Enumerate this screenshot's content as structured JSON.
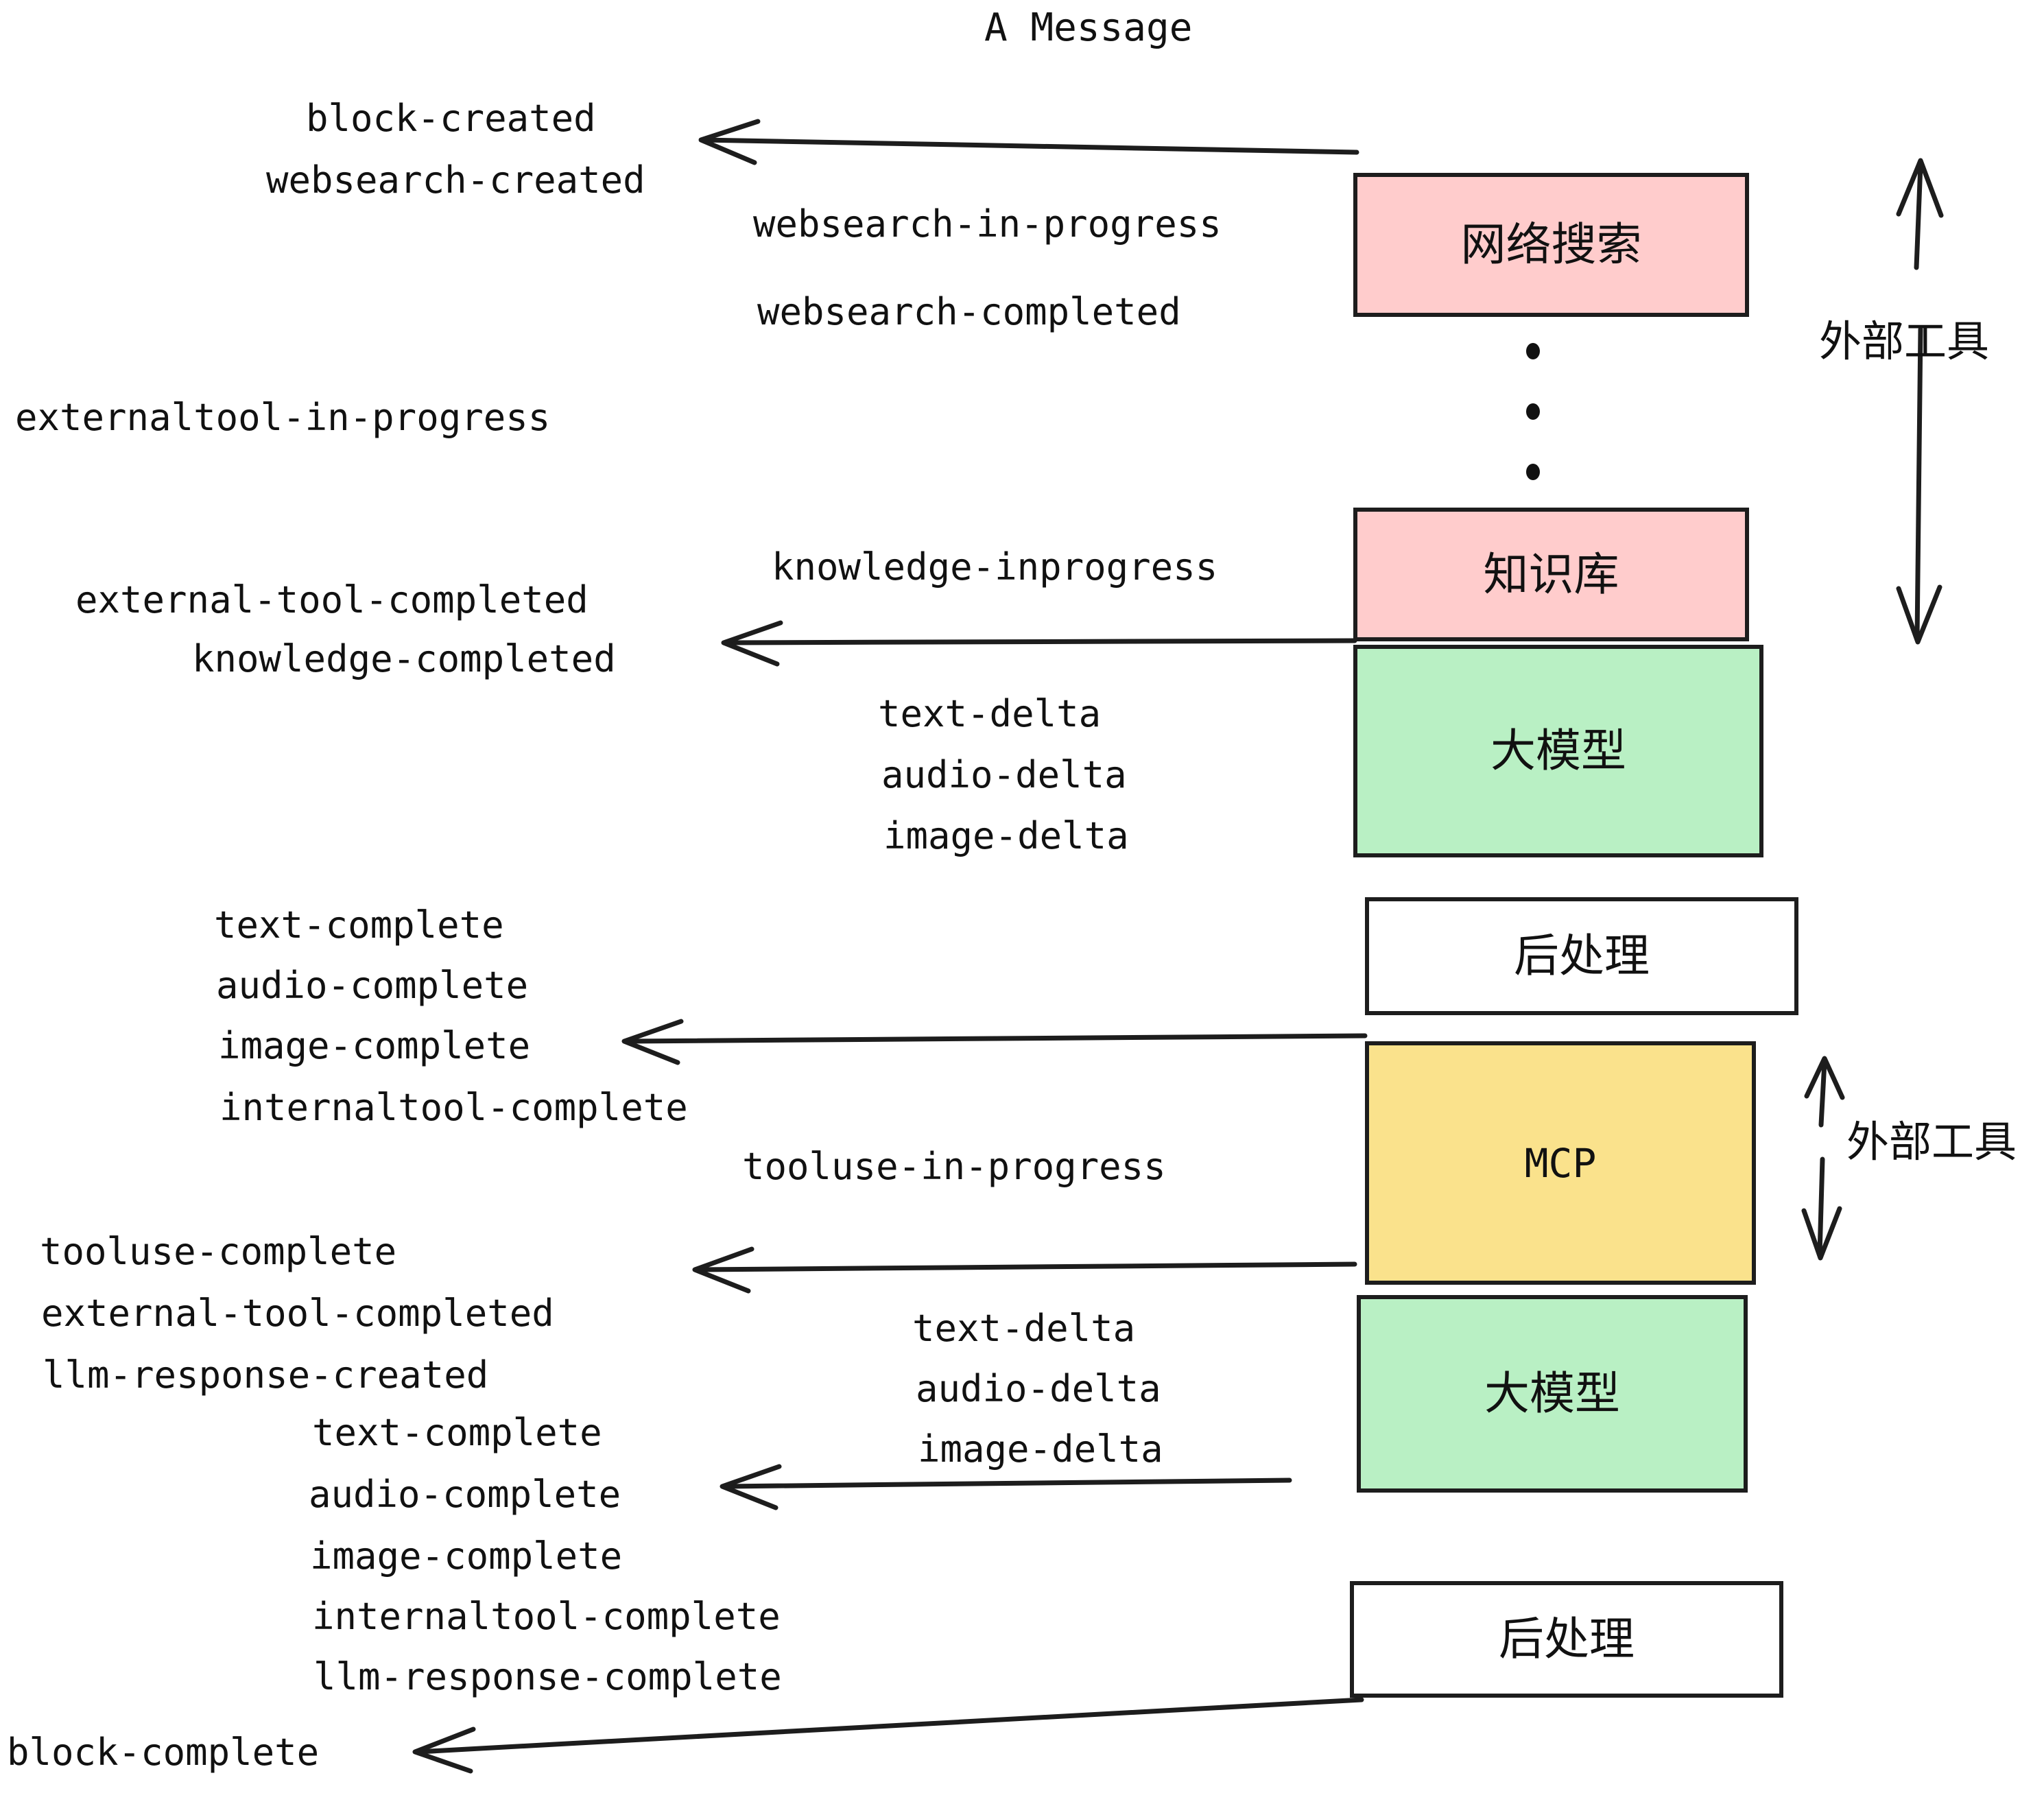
{
  "diagram": {
    "title": "A Message",
    "colors": {
      "pink": "#FFCCCC",
      "green": "#B9F0C4",
      "yellow": "#FAE28C",
      "white": "#FFFFFF",
      "stroke": "#1d1d1d",
      "text": "#111111"
    },
    "nodes": [
      {
        "id": "websearch",
        "label": "网络搜索",
        "fill": "pink",
        "latin": false
      },
      {
        "id": "knowledge",
        "label": "知识库",
        "fill": "pink",
        "latin": false
      },
      {
        "id": "llm1",
        "label": "大模型",
        "fill": "green",
        "latin": false
      },
      {
        "id": "post1",
        "label": "后处理",
        "fill": "white",
        "latin": false
      },
      {
        "id": "mcp",
        "label": "MCP",
        "fill": "yellow",
        "latin": true
      },
      {
        "id": "llm2",
        "label": "大模型",
        "fill": "green",
        "latin": false
      },
      {
        "id": "post2",
        "label": "后处理",
        "fill": "white",
        "latin": false
      }
    ],
    "side_labels": [
      {
        "id": "external-tools-top",
        "text": "外部工具"
      },
      {
        "id": "external-tools-bottom",
        "text": "外部工具"
      }
    ],
    "events": [
      {
        "id": "e01",
        "text": "block-created"
      },
      {
        "id": "e02",
        "text": "websearch-created"
      },
      {
        "id": "e03",
        "text": "websearch-in-progress"
      },
      {
        "id": "e04",
        "text": "websearch-completed"
      },
      {
        "id": "e05",
        "text": "externaltool-in-progress"
      },
      {
        "id": "e06",
        "text": "knowledge-inprogress"
      },
      {
        "id": "e07",
        "text": "external-tool-completed"
      },
      {
        "id": "e08",
        "text": "knowledge-completed"
      },
      {
        "id": "e09",
        "text": "text-delta"
      },
      {
        "id": "e10",
        "text": "audio-delta"
      },
      {
        "id": "e11",
        "text": "image-delta"
      },
      {
        "id": "e12",
        "text": "text-complete"
      },
      {
        "id": "e13",
        "text": "audio-complete"
      },
      {
        "id": "e14",
        "text": "image-complete"
      },
      {
        "id": "e15",
        "text": "internaltool-complete"
      },
      {
        "id": "e16",
        "text": "tooluse-in-progress"
      },
      {
        "id": "e17",
        "text": "tooluse-complete"
      },
      {
        "id": "e18",
        "text": "external-tool-completed"
      },
      {
        "id": "e19",
        "text": "llm-response-created"
      },
      {
        "id": "e20",
        "text": "text-delta"
      },
      {
        "id": "e21",
        "text": "audio-delta"
      },
      {
        "id": "e22",
        "text": "image-delta"
      },
      {
        "id": "e23",
        "text": "text-complete"
      },
      {
        "id": "e24",
        "text": "audio-complete"
      },
      {
        "id": "e25",
        "text": "image-complete"
      },
      {
        "id": "e26",
        "text": "internaltool-complete"
      },
      {
        "id": "e27",
        "text": "llm-response-complete"
      },
      {
        "id": "e28",
        "text": "block-complete"
      }
    ]
  }
}
